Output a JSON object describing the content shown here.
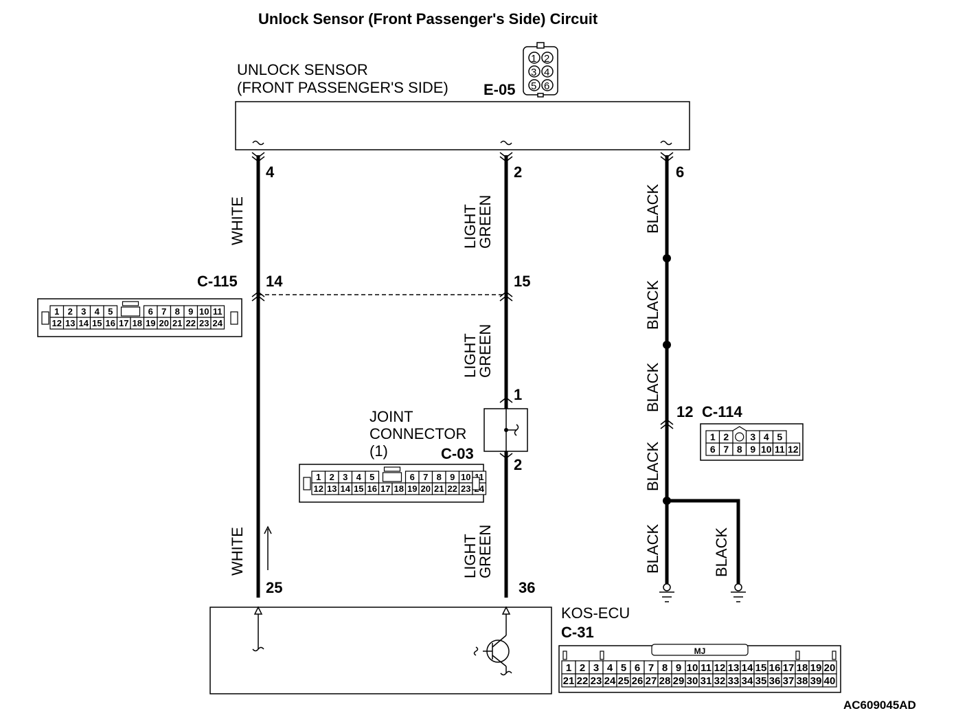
{
  "title": "Unlock Sensor (Front Passenger's Side) Circuit",
  "footer_code": "AC609045AD",
  "sensor": {
    "label_line1": "UNLOCK SENSOR",
    "label_line2": "(FRONT PASSENGER'S SIDE)",
    "connector": "E-05",
    "pins": [
      "1",
      "2",
      "3",
      "4",
      "5",
      "6"
    ]
  },
  "ecu": {
    "label": "KOS-ECU",
    "connector": "C-31",
    "tag": "MJ",
    "pins_row1": [
      "1",
      "2",
      "3",
      "4",
      "5",
      "6",
      "7",
      "8",
      "9",
      "10",
      "11",
      "12",
      "13",
      "14",
      "15",
      "16",
      "17",
      "18",
      "19",
      "20"
    ],
    "pins_row2": [
      "21",
      "22",
      "23",
      "24",
      "25",
      "26",
      "27",
      "28",
      "29",
      "30",
      "31",
      "32",
      "33",
      "34",
      "35",
      "36",
      "37",
      "38",
      "39",
      "40"
    ]
  },
  "joint": {
    "label_line1": "JOINT",
    "label_line2": "CONNECTOR",
    "label_line3": "(1)",
    "connector": "C-03",
    "pins_row1": [
      "1",
      "2",
      "3",
      "4",
      "5",
      "6",
      "7",
      "8",
      "9",
      "10",
      "11"
    ],
    "pins_row2": [
      "12",
      "13",
      "14",
      "15",
      "16",
      "17",
      "18",
      "19",
      "20",
      "21",
      "22",
      "23",
      "24"
    ]
  },
  "c115": {
    "connector": "C-115",
    "pins_row1": [
      "1",
      "2",
      "3",
      "4",
      "5",
      "6",
      "7",
      "8",
      "9",
      "10",
      "11"
    ],
    "pins_row2": [
      "12",
      "13",
      "14",
      "15",
      "16",
      "17",
      "18",
      "19",
      "20",
      "21",
      "22",
      "23",
      "24"
    ]
  },
  "c114": {
    "connector": "C-114",
    "pins_row1": [
      "1",
      "2",
      "3",
      "4",
      "5"
    ],
    "pins_row2": [
      "6",
      "7",
      "8",
      "9",
      "10",
      "11",
      "12"
    ]
  },
  "wires": {
    "white_top": "WHITE",
    "white_bottom": "WHITE",
    "lg_top_1": "LIGHT",
    "lg_top_2": "GREEN",
    "lg_mid_1": "LIGHT",
    "lg_mid_2": "GREEN",
    "lg_bot_1": "LIGHT",
    "lg_bot_2": "GREEN",
    "black_1": "BLACK",
    "black_2": "BLACK",
    "black_3": "BLACK",
    "black_4": "BLACK",
    "black_5": "BLACK",
    "black_6": "BLACK"
  },
  "pin_numbers": {
    "sensor_white": "4",
    "sensor_lg": "2",
    "sensor_black": "6",
    "c115_white": "14",
    "c115_lg": "15",
    "joint_in": "1",
    "joint_out": "2",
    "c114_black": "12",
    "ecu_white": "25",
    "ecu_lg": "36"
  }
}
